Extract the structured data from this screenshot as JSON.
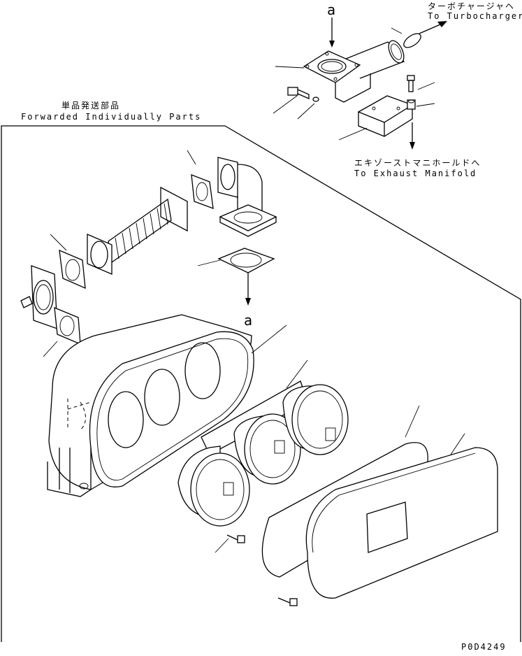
{
  "labels": {
    "turbo_jp": "ターボチャージャヘ",
    "turbo_en": "To Turbocharger",
    "view_a_top": "a",
    "forwarded_jp": "単品発送部品",
    "forwarded_en": "Forwarded Individually Parts",
    "exhaust_jp": "エキゾーストマニホールドへ",
    "exhaust_en": "To Exhaust Manifold",
    "view_a_mid": "a",
    "drawing_no": "P0D4249"
  }
}
